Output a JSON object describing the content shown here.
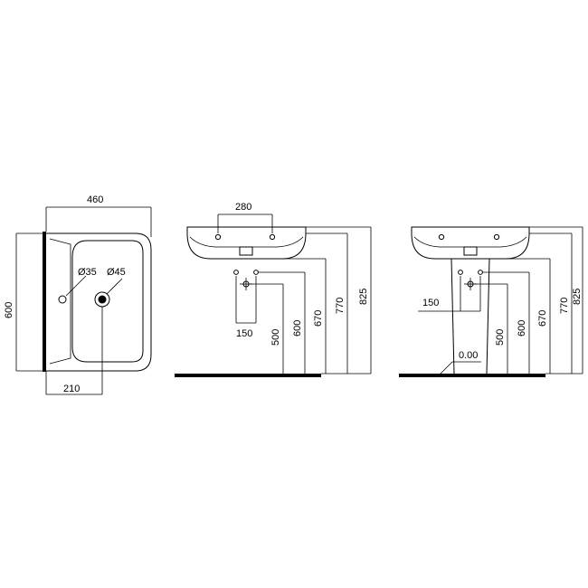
{
  "top_view": {
    "width_label": "460",
    "depth_label": "600",
    "offset_label": "210",
    "hole_small_label": "Ø35",
    "hole_large_label": "Ø45"
  },
  "wall_hung_view": {
    "tap_spacing_label": "280",
    "bracket_spacing_label": "150",
    "dims": [
      "500",
      "600",
      "670",
      "770",
      "825"
    ]
  },
  "pedestal_view": {
    "bracket_spacing_label": "150",
    "floor_label": "0.00",
    "dims": [
      "500",
      "600",
      "670",
      "770",
      "825"
    ]
  }
}
